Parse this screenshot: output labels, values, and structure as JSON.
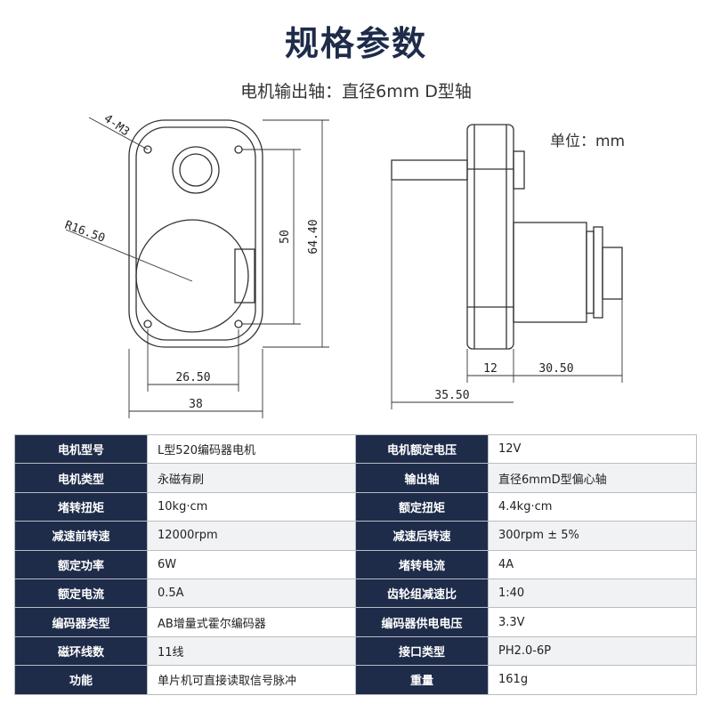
{
  "header": {
    "title": "规格参数",
    "subtitle": "电机输出轴：直径6mm D型轴",
    "unit": "单位：mm"
  },
  "drawing": {
    "labels": {
      "holes": "4-M3",
      "radius": "R16.50",
      "height_inner": "50",
      "height_outer": "64.40",
      "width_inner": "26.50",
      "width_outer": "38",
      "side_short": "12",
      "side_body": "30.50",
      "side_total": "35.50"
    }
  },
  "specs": {
    "rows": [
      {
        "k1": "电机型号",
        "v1": "L型520编码器电机",
        "k2": "电机额定电压",
        "v2": "12V"
      },
      {
        "k1": "电机类型",
        "v1": "永磁有刷",
        "k2": "输出轴",
        "v2": "直径6mmD型偏心轴"
      },
      {
        "k1": "堵转扭矩",
        "v1": "10kg·cm",
        "k2": "额定扭矩",
        "v2": "4.4kg·cm"
      },
      {
        "k1": "减速前转速",
        "v1": "12000rpm",
        "k2": "减速后转速",
        "v2": "300rpm ± 5%"
      },
      {
        "k1": "额定功率",
        "v1": "6W",
        "k2": "堵转电流",
        "v2": "4A"
      },
      {
        "k1": "额定电流",
        "v1": "0.5A",
        "k2": "齿轮组减速比",
        "v2": "1:40"
      },
      {
        "k1": "编码器类型",
        "v1": "AB增量式霍尔编码器",
        "k2": "编码器供电电压",
        "v2": "3.3V"
      },
      {
        "k1": "磁环线数",
        "v1": "11线",
        "k2": "接口类型",
        "v2": "PH2.0-6P"
      },
      {
        "k1": "功能",
        "v1": "单片机可直接读取信号脉冲",
        "k2": "重量",
        "v2": "161g"
      }
    ]
  }
}
